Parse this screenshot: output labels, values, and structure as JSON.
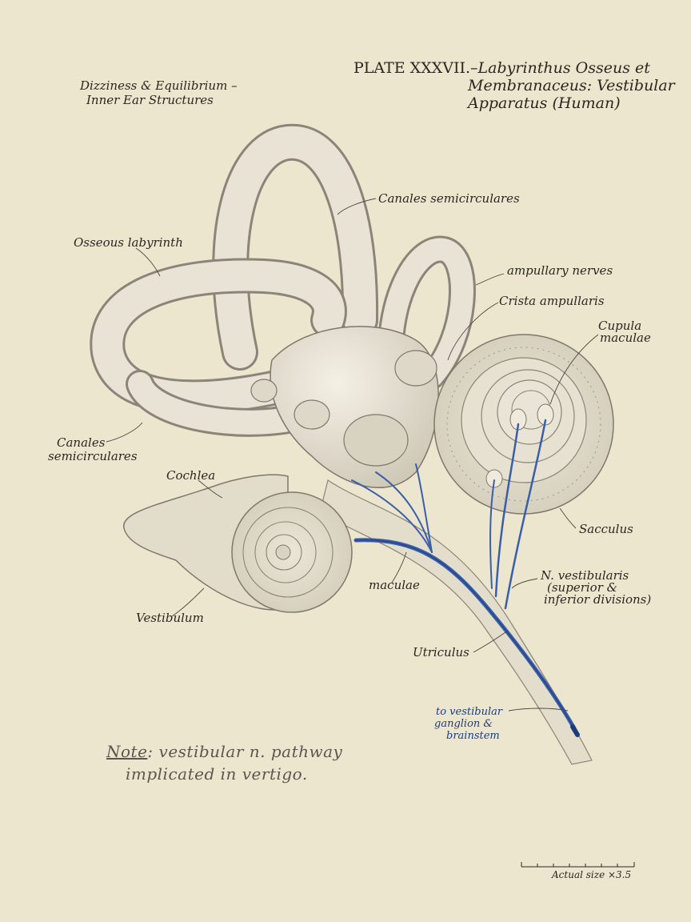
{
  "header": {
    "subject_line1": "Dizziness & Equilibrium –",
    "subject_line2": "Inner Ear Structures",
    "plate_number": "PLATE XXXVII.–",
    "plate_title_line1": "Labyrinthus Osseus et",
    "plate_title_line2": "Membranaceus: Vestibular",
    "plate_title_line3": "Apparatus (Human)"
  },
  "labels": {
    "canales_top": "Canales semicirculares",
    "osseous": "Osseous labyrinth",
    "ampullary_nerves": "ampullary nerves",
    "crista": "Crista ampullaris",
    "cupula_1": "Cupula",
    "cupula_2": "maculae",
    "canales_left_1": "Canales",
    "canales_left_2": "semicirculares",
    "cochlea": "Cochlea",
    "sacculus": "Sacculus",
    "maculae": "maculae",
    "nerve_1": "N. vestibularis",
    "nerve_2": "(superior &",
    "nerve_3": "inferior divisions)",
    "vestibulum": "Vestibulum",
    "utriculus": "Utriculus",
    "ganglion_1": "to vestibular",
    "ganglion_2": "ganglion &",
    "ganglion_3": "brainstem"
  },
  "note": {
    "prefix": "Note",
    "line1_rest": ": vestibular n. pathway",
    "line2": "implicated in vertigo."
  },
  "scale": {
    "label": "Actual size ×3.5"
  },
  "colors": {
    "paper": "#ece6cf",
    "ink": "#2a2620",
    "nerve": "#3a5fa8",
    "nerve_dark": "#1f3c7a",
    "bone_fill": "#e4dfd0",
    "bone_stroke": "#7d786d"
  }
}
